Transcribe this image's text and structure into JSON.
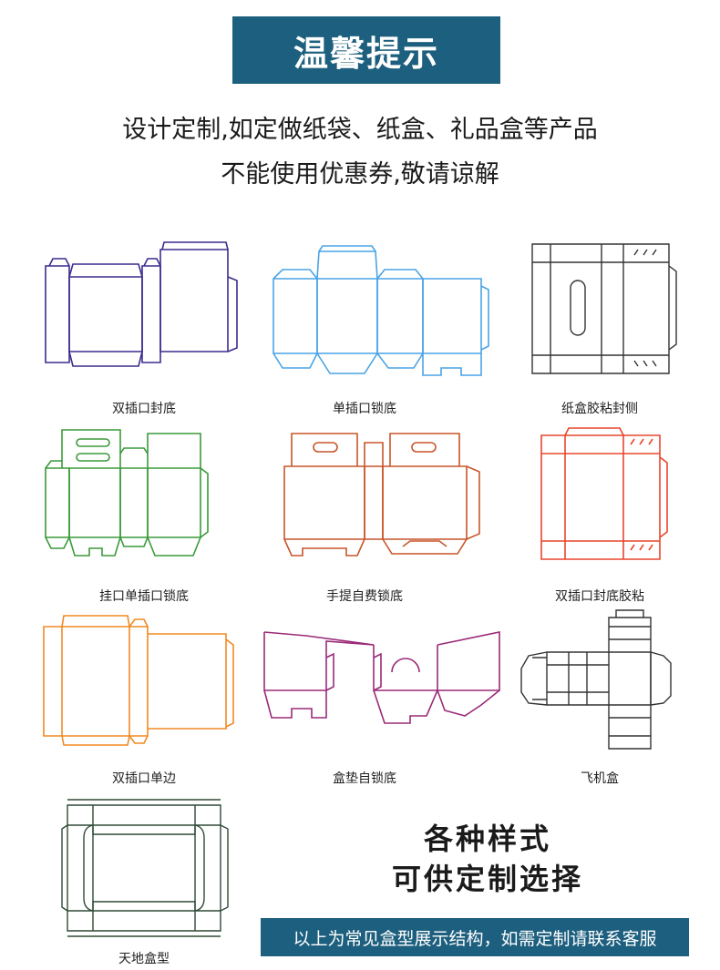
{
  "header": {
    "title": "温馨提示"
  },
  "notice": {
    "line1": "设计定制,如定做纸袋、纸盒、礼品盒等产品",
    "line2": "不能使用优惠券,敬请谅解"
  },
  "box_styles": [
    {
      "label": "双插口封底",
      "color": "#3d2c8f",
      "icon": "double-tuck-seal-bottom-dieline"
    },
    {
      "label": "单插口锁底",
      "color": "#4aa3e6",
      "icon": "single-tuck-lock-bottom-dieline"
    },
    {
      "label": "纸盒胶粘封侧",
      "color": "#333333",
      "icon": "glued-side-seal-dieline"
    },
    {
      "label": "挂口单插口锁底",
      "color": "#3a9a3a",
      "icon": "hanger-single-tuck-lock-bottom-dieline"
    },
    {
      "label": "手提自费锁底",
      "color": "#c8552a",
      "icon": "handle-lock-bottom-dieline"
    },
    {
      "label": "双插口封底胶粘",
      "color": "#e8452c",
      "icon": "double-tuck-glued-dieline"
    },
    {
      "label": "双插口单边",
      "color": "#f08a24",
      "icon": "double-tuck-single-edge-dieline"
    },
    {
      "label": "盒垫自锁底",
      "color": "#9a2a78",
      "icon": "pad-self-lock-bottom-dieline"
    },
    {
      "label": "飞机盒",
      "color": "#333333",
      "icon": "airplane-box-dieline"
    },
    {
      "label": "天地盒型",
      "color": "#2f4a36",
      "icon": "lid-base-box-dieline"
    }
  ],
  "slogan": {
    "line1": "各种样式",
    "line2": "可供定制选择"
  },
  "footer": {
    "text": "以上为常见盒型展示结构，如需定制请联系客服"
  },
  "colors": {
    "accent": "#1d5f7e"
  }
}
